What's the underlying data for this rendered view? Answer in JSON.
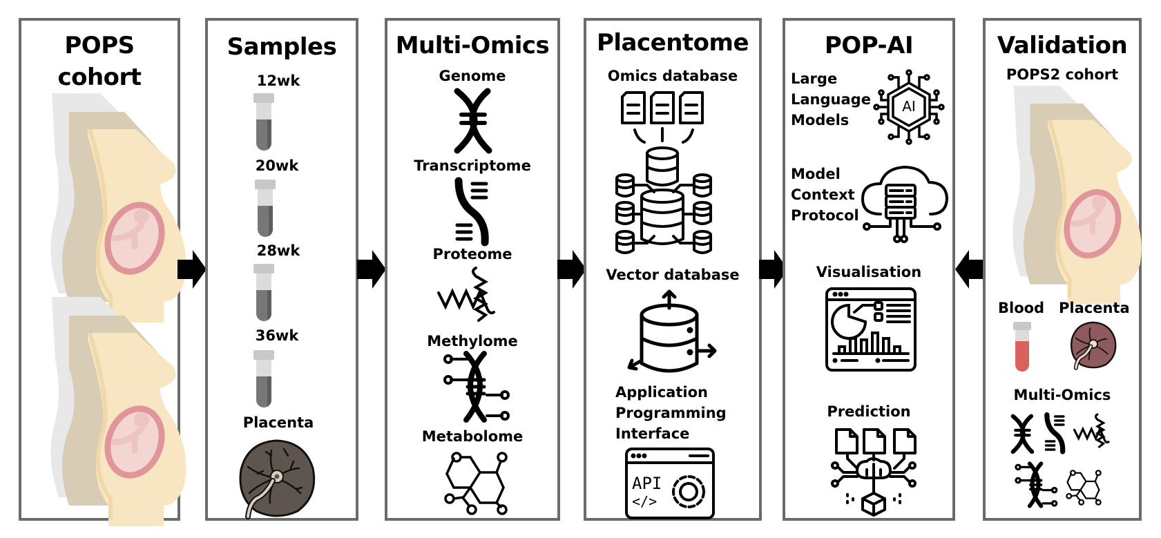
{
  "panels": {
    "pops": {
      "title_line1": "POPS",
      "title_line2": "cohort"
    },
    "samples": {
      "title": "Samples",
      "timepoints": [
        "12wk",
        "20wk",
        "28wk",
        "36wk"
      ],
      "placenta_label": "Placenta"
    },
    "multiomics": {
      "title": "Multi-Omics",
      "layers": [
        "Genome",
        "Transcriptome",
        "Proteome",
        "Methylome",
        "Metabolome"
      ]
    },
    "placentome": {
      "title": "Placentome",
      "omics_db_label": "Omics database",
      "vector_db_label": "Vector database",
      "api_label_lines": [
        "Application",
        "Programming",
        "Interface"
      ],
      "api_icon_text": "API",
      "api_code_text": "</>"
    },
    "popai": {
      "title": "POP-AI",
      "llm_lines": [
        "Large",
        "Language",
        "Models"
      ],
      "llm_icon_text": "AI",
      "mcp_lines": [
        "Model",
        "Context",
        "Protocol"
      ],
      "visualisation_label": "Visualisation",
      "prediction_label": "Prediction"
    },
    "validation": {
      "title": "Validation",
      "cohort_label": "POPS2 cohort",
      "blood_label": "Blood",
      "placenta_label": "Placenta",
      "multiomics_label": "Multi-Omics"
    }
  },
  "colors": {
    "border": "#6b6b6b",
    "skin": "#f8e6c2",
    "skin_dark": "#f0d8a8",
    "partner1": "#e8e8e8",
    "partner2": "#d9ccb5",
    "womb": "#e0959a",
    "fetus": "#f3d6d2",
    "tube_grey": "#777777",
    "tube_red": "#d9625c",
    "placenta_grey": "#5e564e",
    "placenta_red": "#8f5a5e"
  }
}
